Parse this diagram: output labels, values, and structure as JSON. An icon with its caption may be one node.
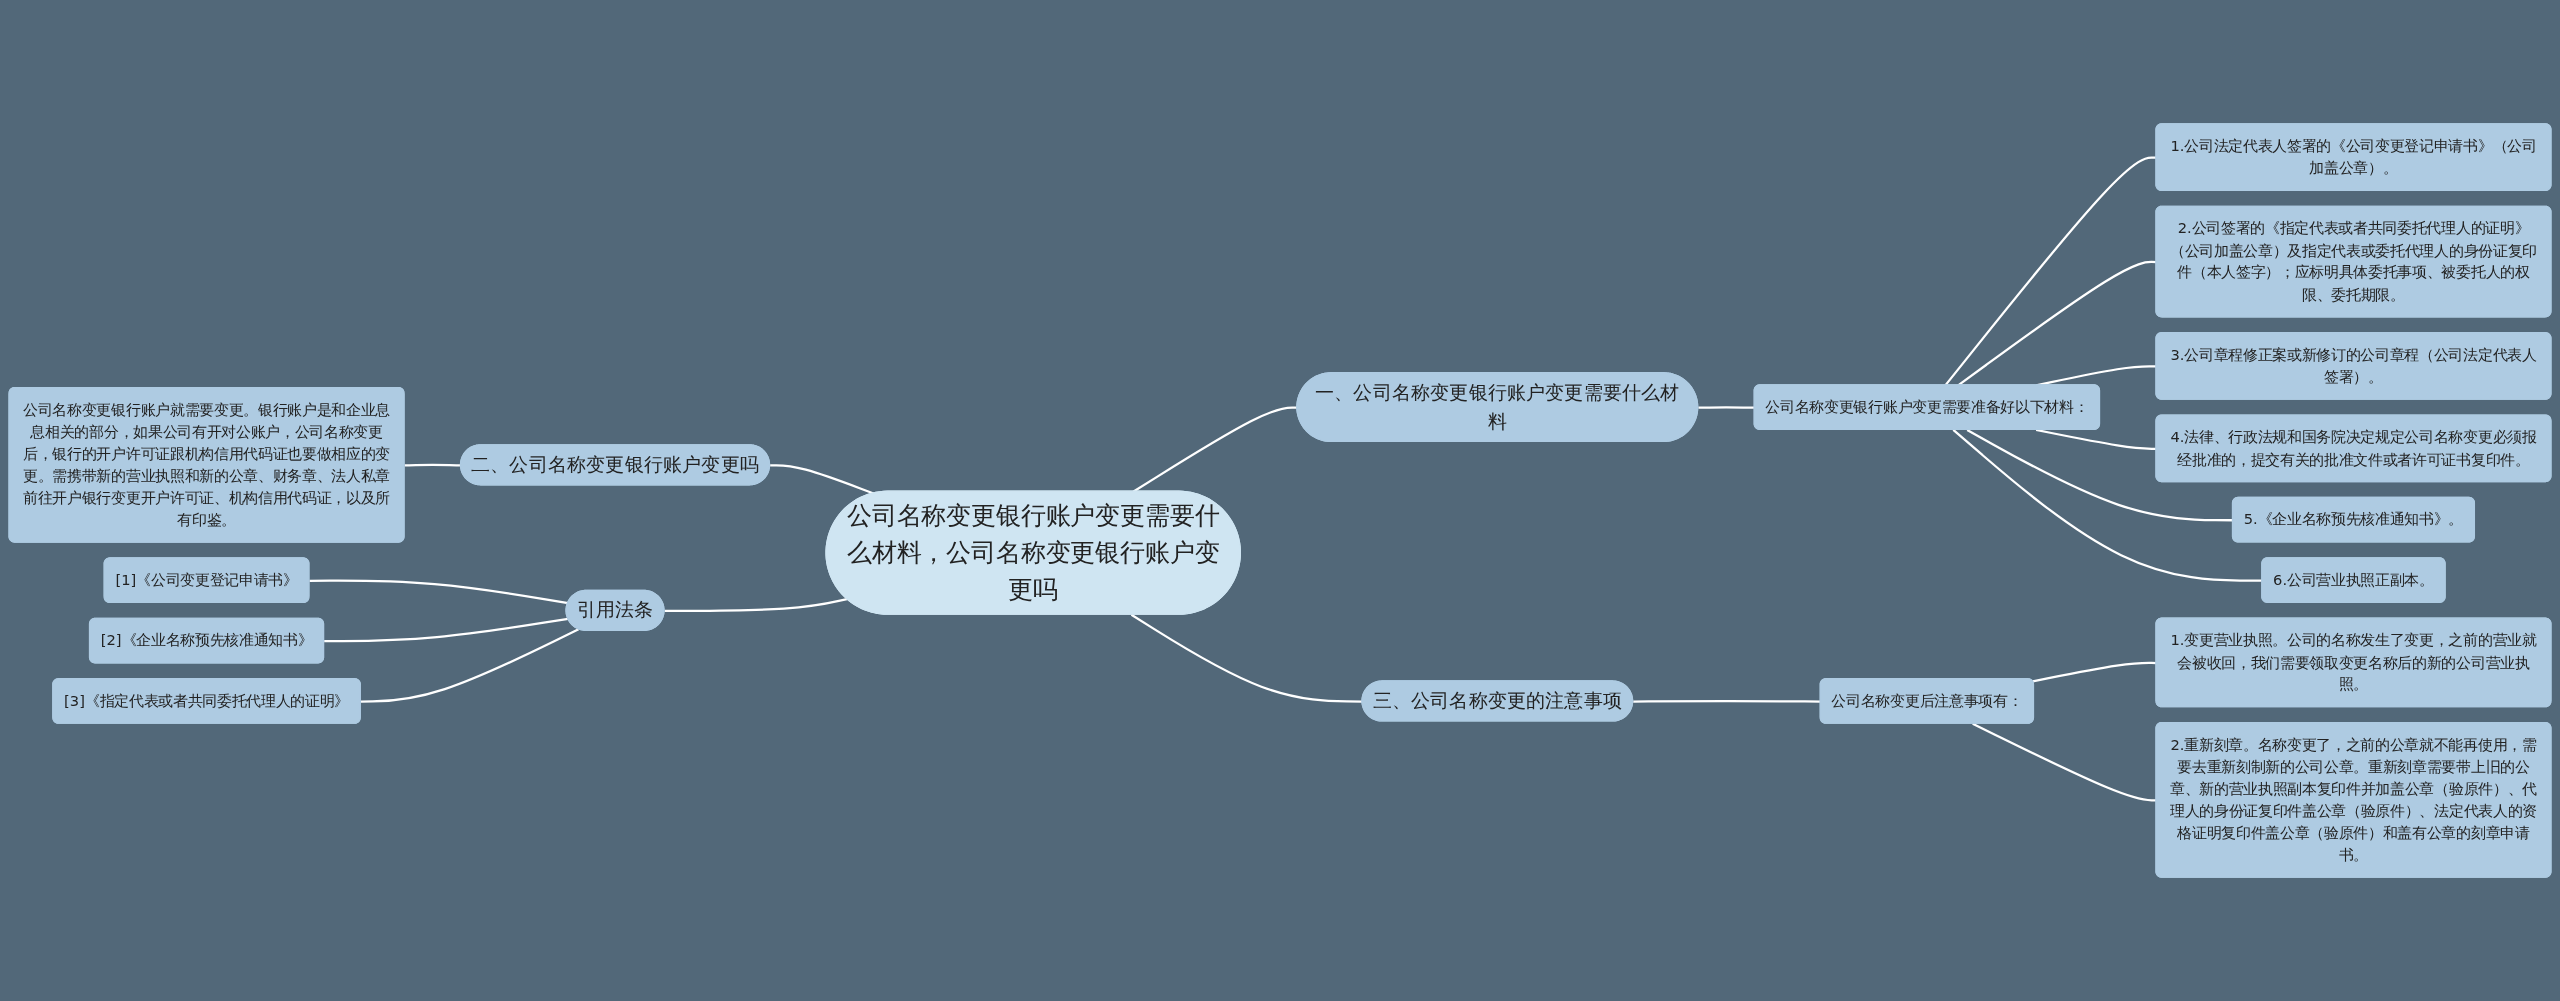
{
  "diagram": {
    "nodes": [
      {
        "text": [
          "公司名称变更银行账户变更需要什么材料，公司名称变更银行账户变更吗"
        ]
      },
      {
        "text": [
          "一、公司名称变更银行账户变更需要什么材料"
        ]
      },
      {
        "text": [
          "公司名称变更银行账户变更需要准备好以下材料："
        ]
      },
      {
        "text": [
          "1.公司法定代表人签署的《公司变更登记申请书》（公司加盖公章）。"
        ]
      },
      {
        "text": [
          "2.公司签署的《指定代表或者共同委托代理人的证明》（公司加盖公章）及指定代表或委托代理人的身份证复印件（本人签字）；应标明具体委托事项、被委托人的权限、委托期限。"
        ]
      },
      {
        "text": [
          "3.公司章程修正案或新修订的公司章程（公司法定代表人签署）。"
        ]
      },
      {
        "text": [
          "4.法律、行政法规和国务院决定规定公司名称变更必须报经批准的，提交有关的批准文件或者许可证书复印件。"
        ]
      },
      {
        "text": [
          "5.《企业名称预先核准通知书》。"
        ]
      },
      {
        "text": [
          "6.公司营业执照正副本。"
        ]
      },
      {
        "text": [
          "二、公司名称变更银行账户变更吗"
        ]
      },
      {
        "text": [
          "公司名称变更银行账户就需要变更。银行账户是和企业息息相关的部分，如果公司有开对公账户，公司名称变更后，银行的开户许可证跟机构信用代码证也要做相应的变更。需携带新的营业执照和新的公章、财务章、法人私章前往开户银行变更开户许可证、机构信用代码证，以及所有印鉴。"
        ]
      },
      {
        "text": [
          "引用法条"
        ]
      },
      {
        "text": [
          "[1]《公司变更登记申请书》"
        ]
      },
      {
        "text": [
          "[2]《企业名称预先核准通知书》"
        ]
      },
      {
        "text": [
          "[3]《指定代表或者共同委托代理人的证明》"
        ]
      },
      {
        "text": [
          "三、公司名称变更的注意事项"
        ]
      },
      {
        "text": [
          "公司名称变更后注意事项有："
        ]
      },
      {
        "text": [
          "1.变更营业执照。公司的名称发生了变更，之前的营业就会被收回，我们需要领取变更名称后的新的公司营业执照。"
        ]
      },
      {
        "text": [
          "2.重新刻章。名称变更了，之前的公章就不能再使用，需要去重新刻制新的公司公章。重新刻章需要带上旧的公章、新的营业执照副本复印件并加盖公章（验原件）、代理人的身份证复印件盖公章（验原件）、法定代表人的资格证明复印件盖公章（验原件）和盖有公章的刻章申请书。"
        ]
      }
    ],
    "edges": [
      {
        "from": 0,
        "to": 1,
        "arrow": "none"
      },
      {
        "from": 1,
        "to": 2,
        "arrow": "none"
      },
      {
        "from": 2,
        "to": 3,
        "arrow": "none"
      },
      {
        "from": 2,
        "to": 4,
        "arrow": "none"
      },
      {
        "from": 2,
        "to": 5,
        "arrow": "none"
      },
      {
        "from": 2,
        "to": 6,
        "arrow": "none"
      },
      {
        "from": 2,
        "to": 7,
        "arrow": "none"
      },
      {
        "from": 2,
        "to": 8,
        "arrow": "none"
      },
      {
        "from": 0,
        "to": 9,
        "arrow": "none"
      },
      {
        "from": 9,
        "to": 10,
        "arrow": "none"
      },
      {
        "from": 0,
        "to": 11,
        "arrow": "none"
      },
      {
        "from": 11,
        "to": 12,
        "arrow": "none"
      },
      {
        "from": 11,
        "to": 13,
        "arrow": "none"
      },
      {
        "from": 11,
        "to": 14,
        "arrow": "none"
      },
      {
        "from": 0,
        "to": 15,
        "arrow": "none"
      },
      {
        "from": 15,
        "to": 16,
        "arrow": "none"
      },
      {
        "from": 16,
        "to": 17,
        "arrow": "none"
      },
      {
        "from": 16,
        "to": 18,
        "arrow": "none"
      }
    ]
  }
}
